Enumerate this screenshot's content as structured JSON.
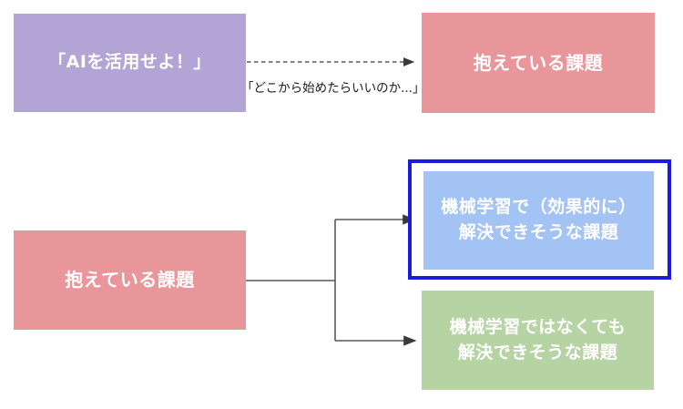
{
  "diagram": {
    "top_flow": {
      "directive_box": {
        "label": "「AIを活用せよ！」"
      },
      "problem_box": {
        "label": "抱えている課題"
      },
      "arrow_caption": "「どこから始めたらいいのか...」"
    },
    "bottom_flow": {
      "problem_box": {
        "label": "抱えている課題"
      },
      "ml_solvable_box": {
        "line1": "機械学習で（効果的に）",
        "line2": "解決できそうな課題",
        "highlighted": "true"
      },
      "non_ml_solvable_box": {
        "line1": "機械学習ではなくても",
        "line2": "解決できそうな課題"
      }
    },
    "colors": {
      "directive_purple": "#b2a4d5",
      "problem_pink": "#e9969b",
      "ml_light_blue": "#a3c3f4",
      "highlight_border_blue": "#1b1be0",
      "non_ml_green": "#b6d3a4",
      "connector_gray": "#58585a",
      "caption_text": "#1a1a1a",
      "box_text": "#ffffff"
    }
  }
}
